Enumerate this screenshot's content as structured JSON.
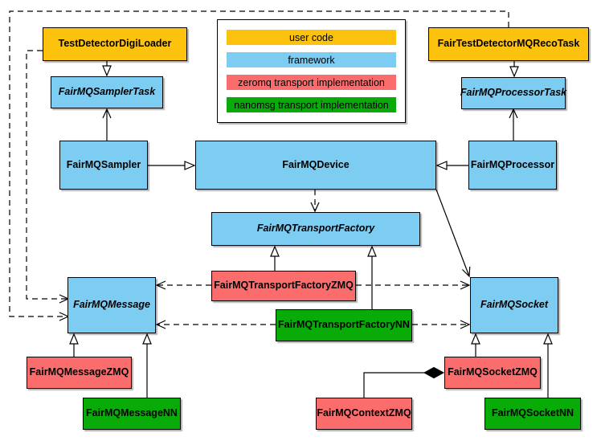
{
  "legend": {
    "items": [
      {
        "label": "user code",
        "color": "#fdc20e"
      },
      {
        "label": "framework",
        "color": "#7dccf2"
      },
      {
        "label": "zeromq transport implementation",
        "color": "#fb6d6d"
      },
      {
        "label": "nanomsg transport implementation",
        "color": "#08ab08"
      }
    ]
  },
  "nodes": {
    "digiLoader": {
      "label": "TestDetectorDigiLoader",
      "category": "user code",
      "abstract": false
    },
    "recoTask": {
      "label": "FairTestDetectorMQRecoTask",
      "category": "user code",
      "abstract": false
    },
    "samplerTask": {
      "label": "FairMQSamplerTask",
      "category": "framework",
      "abstract": true
    },
    "processorTask": {
      "label": "FairMQProcessorTask",
      "category": "framework",
      "abstract": true
    },
    "sampler": {
      "label": "FairMQSampler",
      "category": "framework",
      "abstract": false
    },
    "device": {
      "label": "FairMQDevice",
      "category": "framework",
      "abstract": false
    },
    "processor": {
      "label": "FairMQProcessor",
      "category": "framework",
      "abstract": false
    },
    "transportFactory": {
      "label": "FairMQTransportFactory",
      "category": "framework",
      "abstract": true
    },
    "transportFactoryZMQ": {
      "label": "FairMQTransportFactoryZMQ",
      "category": "zeromq transport implementation",
      "abstract": false
    },
    "transportFactoryNN": {
      "label": "FairMQTransportFactoryNN",
      "category": "nanomsg transport implementation",
      "abstract": false
    },
    "message": {
      "label": "FairMQMessage",
      "category": "framework",
      "abstract": true
    },
    "socket": {
      "label": "FairMQSocket",
      "category": "framework",
      "abstract": true
    },
    "messageZMQ": {
      "label": "FairMQMessageZMQ",
      "category": "zeromq transport implementation",
      "abstract": false
    },
    "messageNN": {
      "label": "FairMQMessageNN",
      "category": "nanomsg transport implementation",
      "abstract": false
    },
    "contextZMQ": {
      "label": "FairMQContextZMQ",
      "category": "zeromq transport implementation",
      "abstract": false
    },
    "socketZMQ": {
      "label": "FairMQSocketZMQ",
      "category": "zeromq transport implementation",
      "abstract": false
    },
    "socketNN": {
      "label": "FairMQSocketNN",
      "category": "nanomsg transport implementation",
      "abstract": false
    }
  },
  "edges": [
    {
      "from": "TestDetectorDigiLoader",
      "to": "FairMQSamplerTask",
      "kind": "inheritance"
    },
    {
      "from": "FairTestDetectorMQRecoTask",
      "to": "FairMQProcessorTask",
      "kind": "inheritance"
    },
    {
      "from": "FairMQSampler",
      "to": "FairMQDevice",
      "kind": "inheritance"
    },
    {
      "from": "FairMQProcessor",
      "to": "FairMQDevice",
      "kind": "inheritance"
    },
    {
      "from": "FairMQSampler",
      "to": "FairMQSamplerTask",
      "kind": "association"
    },
    {
      "from": "FairMQProcessor",
      "to": "FairMQProcessorTask",
      "kind": "association"
    },
    {
      "from": "FairMQDevice",
      "to": "FairMQTransportFactory",
      "kind": "dependency"
    },
    {
      "from": "FairMQDevice",
      "to": "FairMQSocket",
      "kind": "association"
    },
    {
      "from": "TestDetectorDigiLoader",
      "to": "FairMQMessage",
      "kind": "dependency"
    },
    {
      "from": "FairTestDetectorMQRecoTask",
      "to": "FairMQMessage",
      "kind": "dependency"
    },
    {
      "from": "FairMQTransportFactoryZMQ",
      "to": "FairMQTransportFactory",
      "kind": "inheritance"
    },
    {
      "from": "FairMQTransportFactoryNN",
      "to": "FairMQTransportFactory",
      "kind": "inheritance"
    },
    {
      "from": "FairMQTransportFactoryZMQ",
      "to": "FairMQMessage",
      "kind": "dependency"
    },
    {
      "from": "FairMQTransportFactoryZMQ",
      "to": "FairMQSocket",
      "kind": "dependency"
    },
    {
      "from": "FairMQTransportFactoryNN",
      "to": "FairMQMessage",
      "kind": "dependency"
    },
    {
      "from": "FairMQTransportFactoryNN",
      "to": "FairMQSocket",
      "kind": "dependency"
    },
    {
      "from": "FairMQMessageZMQ",
      "to": "FairMQMessage",
      "kind": "inheritance"
    },
    {
      "from": "FairMQMessageNN",
      "to": "FairMQMessage",
      "kind": "inheritance"
    },
    {
      "from": "FairMQSocketZMQ",
      "to": "FairMQSocket",
      "kind": "inheritance"
    },
    {
      "from": "FairMQSocketNN",
      "to": "FairMQSocket",
      "kind": "inheritance"
    },
    {
      "from": "FairMQContextZMQ",
      "to": "FairMQSocketZMQ",
      "kind": "composition"
    }
  ]
}
